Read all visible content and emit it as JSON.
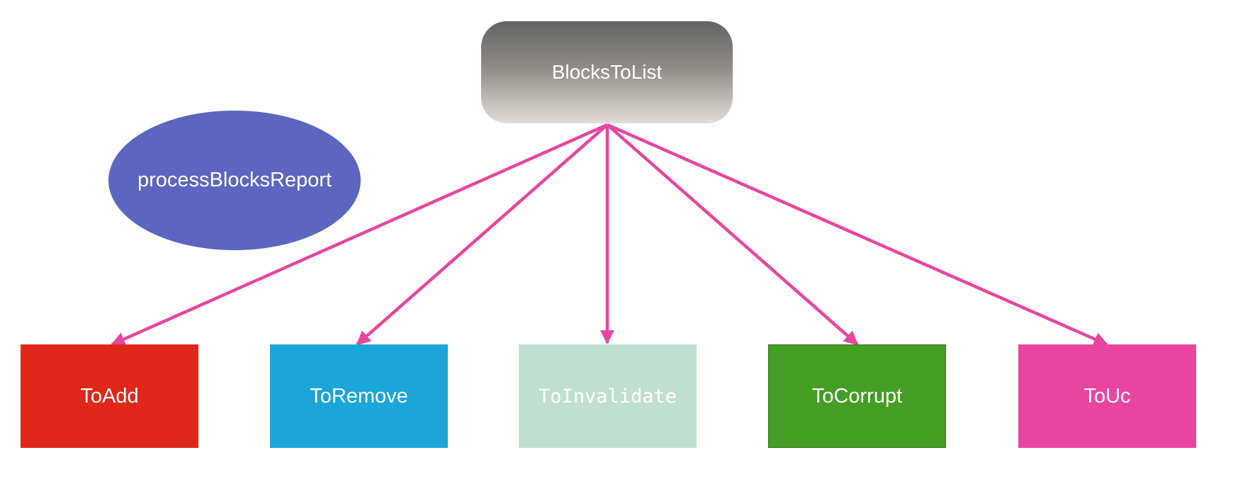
{
  "diagram": {
    "root": {
      "label": "BlocksToList"
    },
    "note": {
      "label": "processBlocksReport"
    },
    "leaves": [
      {
        "label": "ToAdd"
      },
      {
        "label": "ToRemove"
      },
      {
        "label": "ToInvalidate"
      },
      {
        "label": "ToCorrupt"
      },
      {
        "label": "ToUc"
      }
    ]
  },
  "colors": {
    "arrow": "#e8459f",
    "root_gradient_top": "#646464",
    "root_gradient_bottom": "#e1dcd6",
    "note": "#5c66c0",
    "to_add": "#e0271a",
    "to_remove": "#1ba5d8",
    "to_invalidate": "#bfe0d1",
    "to_corrupt": "#449e23",
    "to_uc": "#ea44a1"
  }
}
